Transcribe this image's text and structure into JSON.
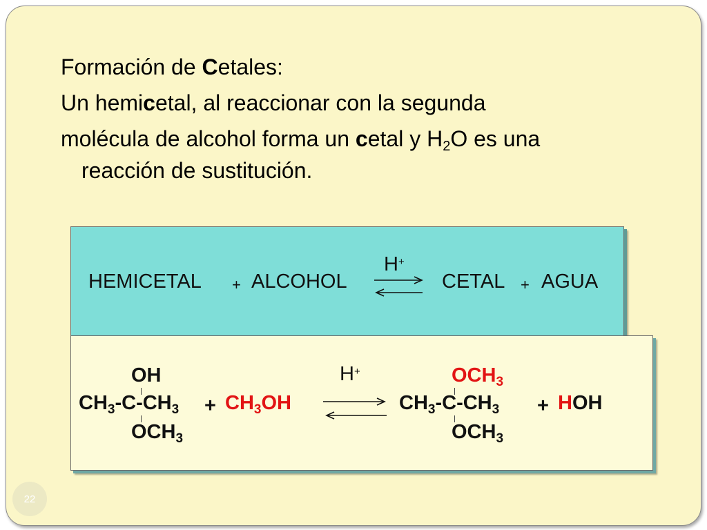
{
  "slide": {
    "number": "22"
  },
  "text": {
    "line1_a": "Formación de ",
    "line1_b": "C",
    "line1_c": "etales:",
    "line2_a": "Un hemi",
    "line2_b": "c",
    "line2_c": "etal, al reaccionar con la segunda",
    "line3_a": "molécula de alcohol forma un ",
    "line3_b": "c",
    "line3_c": "etal y H",
    "line3_sub": "2",
    "line3_d": "O es una",
    "line4": "reacción de sustitución."
  },
  "general_reaction": {
    "catalyst": "H",
    "catalyst_sup": "+",
    "reactant1": "HEMICETAL",
    "plus1": "+",
    "reactant2": "ALCOHOL",
    "product1": "CETAL",
    "plus2": "+",
    "product2": "AGUA"
  },
  "specific_reaction": {
    "r_top": "OH",
    "r_main_a": "CH",
    "r_main_s1": "3",
    "r_main_b": "-C-CH",
    "r_main_s2": "3",
    "r_bot": "OCH",
    "r_bot_s": "3",
    "plus1": "+",
    "alcohol_a": "CH",
    "alcohol_s": "3",
    "alcohol_b": "OH",
    "catalyst": "H",
    "catalyst_sup": "+",
    "p_top": "OCH",
    "p_top_s": "3",
    "p_main_a": "CH",
    "p_main_s1": "3",
    "p_main_b": "-C-CH",
    "p_main_s2": "3",
    "p_bot": "OCH",
    "p_bot_s": "3",
    "plus2": "+",
    "water_a": "H",
    "water_b": "OH"
  },
  "colors": {
    "background": "#fbf6c8",
    "top_box": "#7fded8",
    "bottom_box": "#fdfbd9",
    "highlight": "#e21414"
  }
}
